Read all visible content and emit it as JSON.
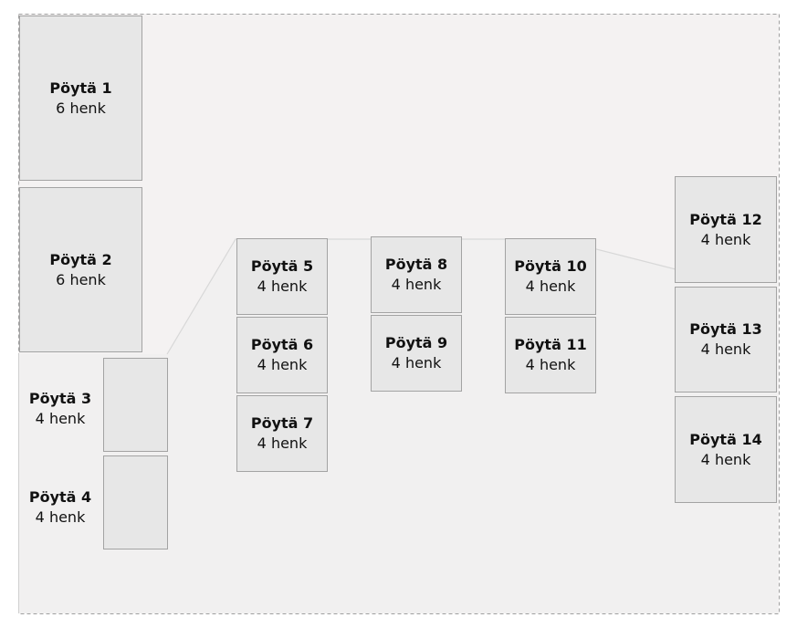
{
  "floor": {
    "tables": [
      {
        "name": "Pöytä 1",
        "seats": "6 henk"
      },
      {
        "name": "Pöytä 2",
        "seats": "6 henk"
      },
      {
        "name": "Pöytä 3",
        "seats": "4 henk"
      },
      {
        "name": "Pöytä 4",
        "seats": "4 henk"
      },
      {
        "name": "Pöytä 5",
        "seats": "4 henk"
      },
      {
        "name": "Pöytä 6",
        "seats": "4 henk"
      },
      {
        "name": "Pöytä 7",
        "seats": "4 henk"
      },
      {
        "name": "Pöytä 8",
        "seats": "4 henk"
      },
      {
        "name": "Pöytä 9",
        "seats": "4 henk"
      },
      {
        "name": "Pöytä 10",
        "seats": "4 henk"
      },
      {
        "name": "Pöytä 11",
        "seats": "4 henk"
      },
      {
        "name": "Pöytä 12",
        "seats": "4 henk"
      },
      {
        "name": "Pöytä 13",
        "seats": "4 henk"
      },
      {
        "name": "Pöytä 14",
        "seats": "4 henk"
      }
    ]
  },
  "colors": {
    "floor_fill": "#f4f2f2",
    "floor_fill_lower": "#f1f0f0",
    "table_fill": "#e7e7e7",
    "table_border": "#a3a3a3",
    "boundary_dashed": "#a0a0a0"
  }
}
